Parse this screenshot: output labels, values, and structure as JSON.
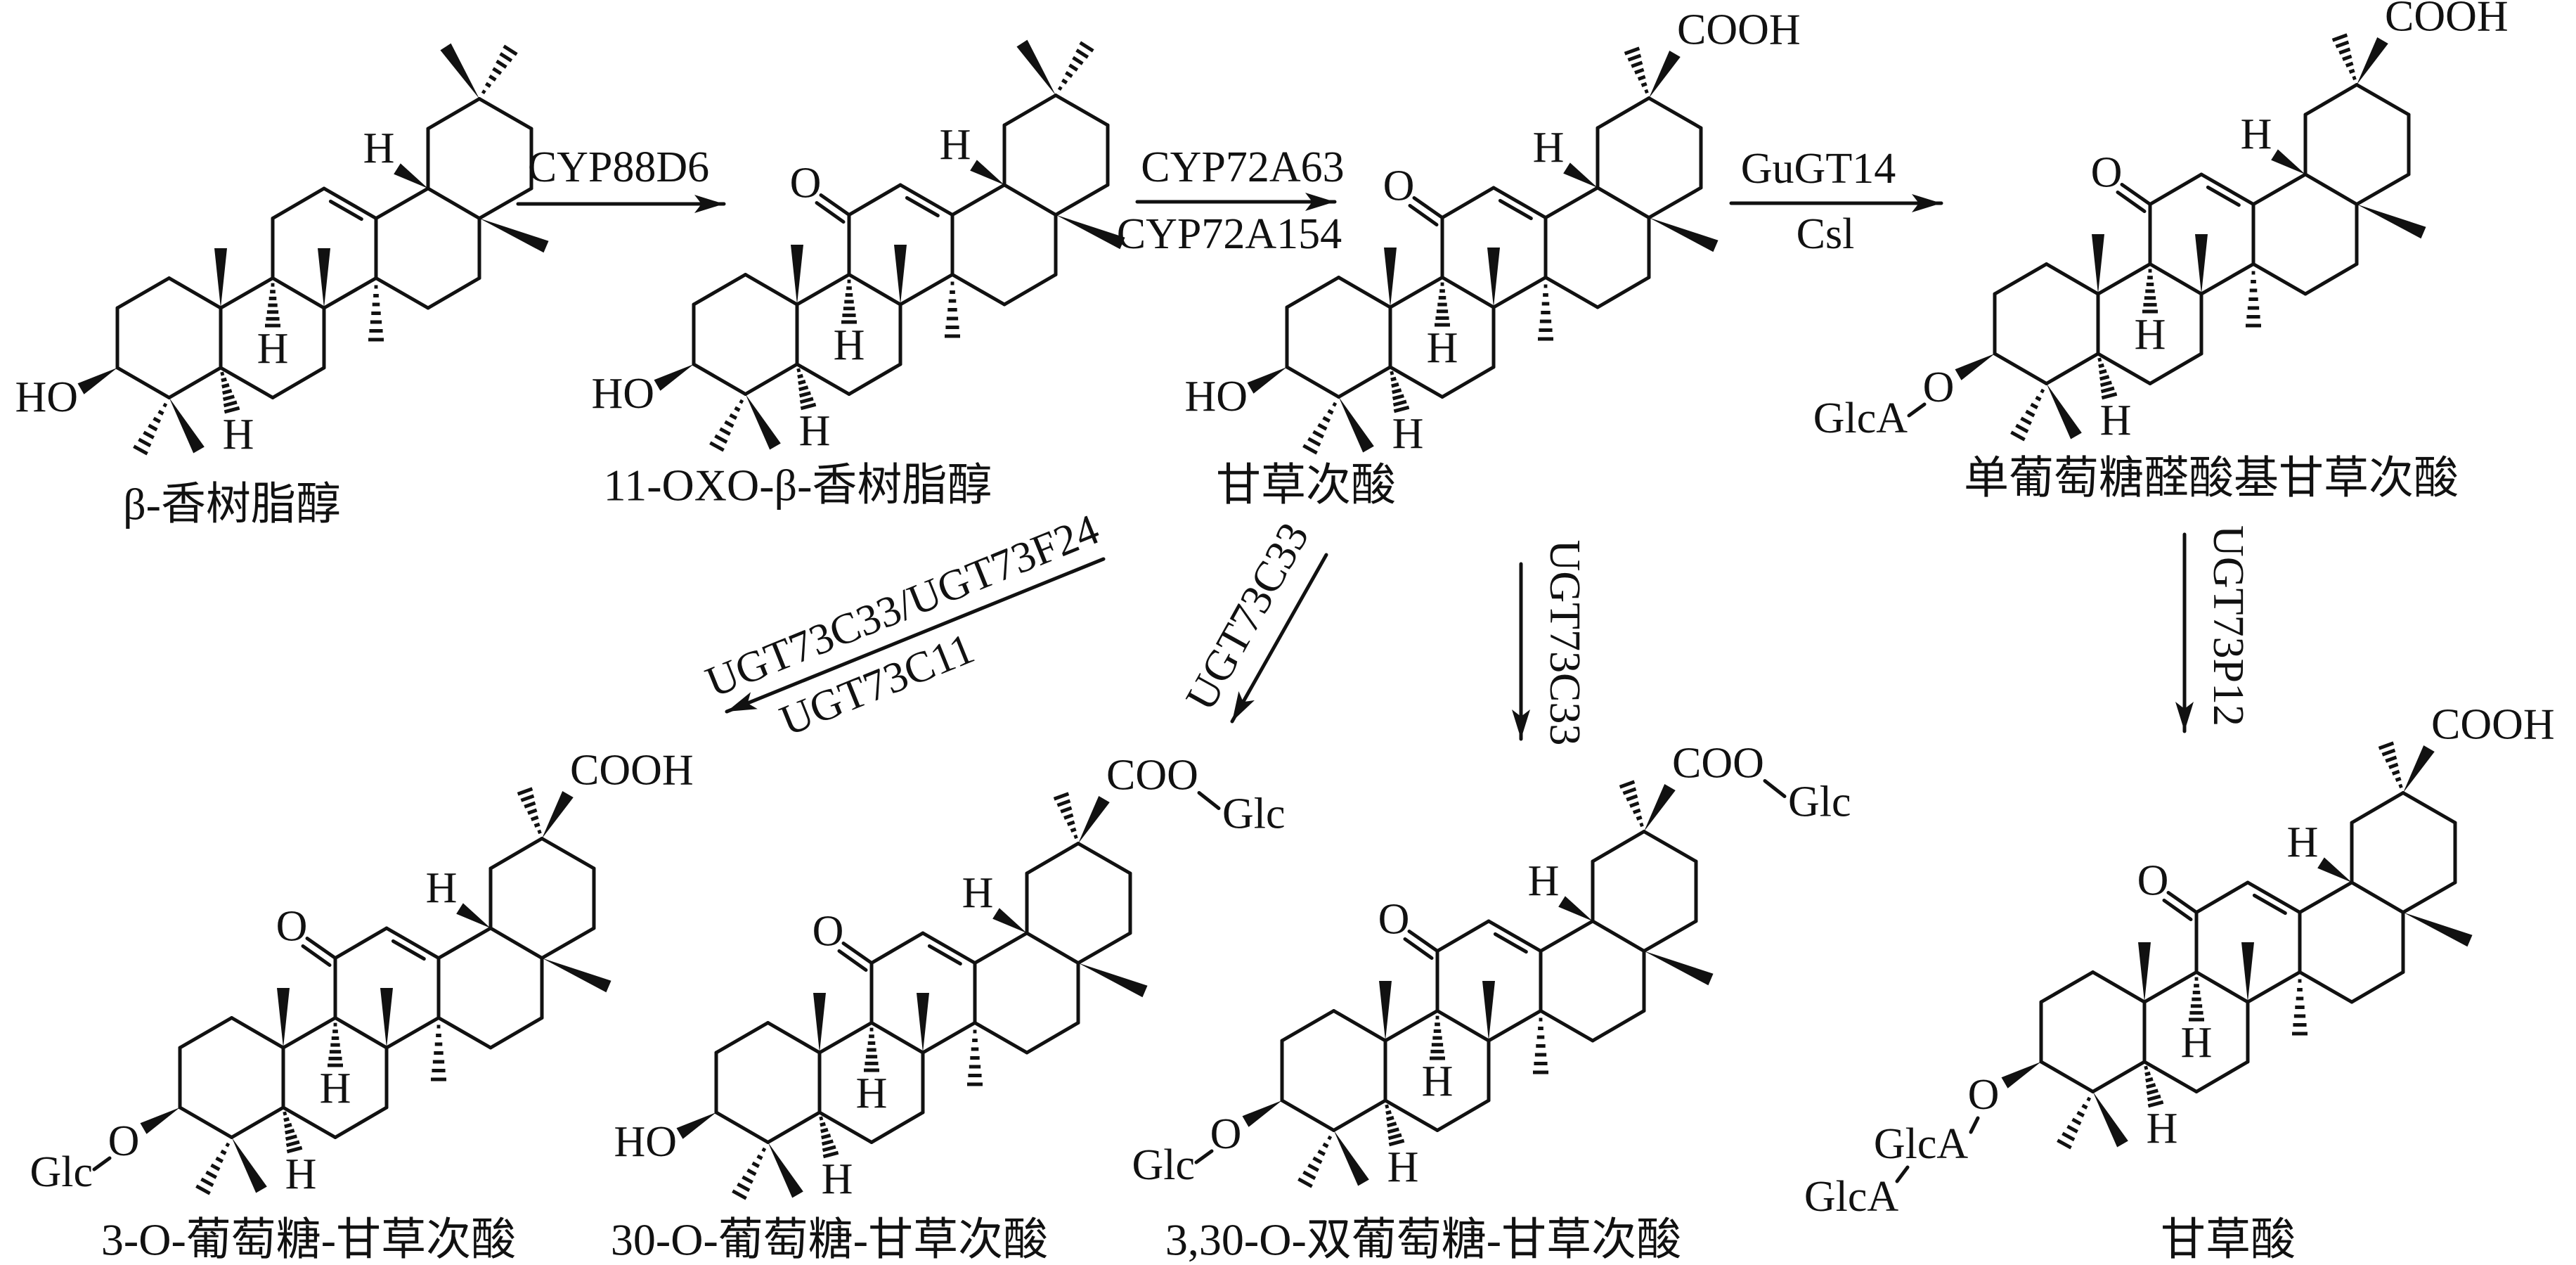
{
  "atom_labels": {
    "H": "H",
    "O": "O"
  },
  "molecules": [
    {
      "name": "β-香树脂醇",
      "keto": false,
      "r3": [
        "HO"
      ],
      "r20": "dimethyl"
    },
    {
      "name": "11-OXO-β-香树脂醇",
      "keto": true,
      "r3": [
        "HO"
      ],
      "r20": "dimethyl"
    },
    {
      "name": "甘草次酸",
      "keto": true,
      "r3": [
        "HO"
      ],
      "r20": [
        "COOH"
      ]
    },
    {
      "name": "单葡萄糖醛酸基甘草次酸",
      "keto": true,
      "r3": [
        "O",
        "GlcA"
      ],
      "r20": [
        "COOH"
      ]
    },
    {
      "name": "3-O-葡萄糖-甘草次酸",
      "keto": true,
      "r3": [
        "O",
        "Glc"
      ],
      "r20": [
        "COOH"
      ]
    },
    {
      "name": "30-O-葡萄糖-甘草次酸",
      "keto": true,
      "r3": [
        "HO"
      ],
      "r20": [
        "COO",
        "Glc"
      ]
    },
    {
      "name": "3,30-O-双葡萄糖-甘草次酸",
      "keto": true,
      "r3": [
        "O",
        "Glc"
      ],
      "r20": [
        "COO",
        "Glc"
      ]
    },
    {
      "name": "甘草酸",
      "keto": true,
      "r3": [
        "O",
        "GlcA",
        "GlcA"
      ],
      "r20": [
        "COOH"
      ]
    }
  ],
  "arrows": [
    {
      "from": "β-香树脂醇",
      "to": "11-OXO-β-香树脂醇",
      "labels": [
        "CYP88D6"
      ]
    },
    {
      "from": "11-OXO-β-香树脂醇",
      "to": "甘草次酸",
      "labels": [
        "CYP72A63",
        "CYP72A154"
      ]
    },
    {
      "from": "甘草次酸",
      "to": "单葡萄糖醛酸基甘草次酸",
      "labels": [
        "GuGT14",
        "Csl"
      ]
    },
    {
      "from": "甘草次酸",
      "to": "3-O-葡萄糖-甘草次酸",
      "labels": [
        "UGT73C33/UGT73F24",
        "UGT73C11"
      ]
    },
    {
      "from": "甘草次酸",
      "to": "30-O-葡萄糖-甘草次酸",
      "labels": [
        "UGT73C33"
      ]
    },
    {
      "from": "甘草次酸",
      "to": "3,30-O-双葡萄糖-甘草次酸",
      "labels": [
        "UGT73C33"
      ]
    },
    {
      "from": "单葡萄糖醛酸基甘草次酸",
      "to": "甘草酸",
      "labels": [
        "UGT73P12"
      ]
    }
  ]
}
